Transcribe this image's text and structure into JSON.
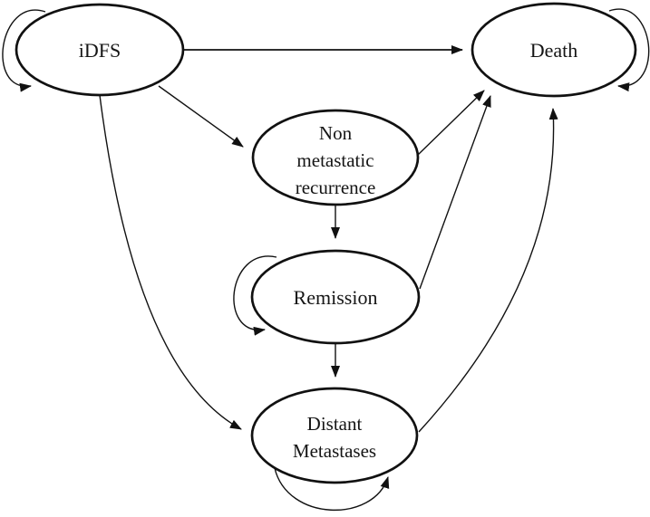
{
  "diagram": {
    "background_color": "#ffffff",
    "line_color": "#111111",
    "nodes": {
      "idfs": {
        "label": "iDFS"
      },
      "death": {
        "label": "Death"
      },
      "non_metastatic_recurrence": {
        "lines": [
          "Non",
          "metastatic",
          "recurrence"
        ]
      },
      "remission": {
        "label": "Remission"
      },
      "distant_metastases": {
        "lines": [
          "Distant",
          "Metastases"
        ]
      }
    },
    "edges": [
      {
        "from": "iDFS",
        "to": "iDFS",
        "type": "self-loop"
      },
      {
        "from": "iDFS",
        "to": "Death",
        "type": "arrow"
      },
      {
        "from": "iDFS",
        "to": "Non metastatic recurrence",
        "type": "arrow"
      },
      {
        "from": "iDFS",
        "to": "Distant Metastases",
        "type": "arrow"
      },
      {
        "from": "Non metastatic recurrence",
        "to": "Death",
        "type": "arrow"
      },
      {
        "from": "Non metastatic recurrence",
        "to": "Remission",
        "type": "arrow"
      },
      {
        "from": "Remission",
        "to": "Remission",
        "type": "self-loop"
      },
      {
        "from": "Remission",
        "to": "Death",
        "type": "arrow"
      },
      {
        "from": "Remission",
        "to": "Distant Metastases",
        "type": "arrow"
      },
      {
        "from": "Distant Metastases",
        "to": "Death",
        "type": "arrow"
      },
      {
        "from": "Distant Metastases",
        "to": "Distant Metastases",
        "type": "self-loop"
      },
      {
        "from": "Death",
        "to": "Death",
        "type": "self-loop"
      }
    ]
  }
}
